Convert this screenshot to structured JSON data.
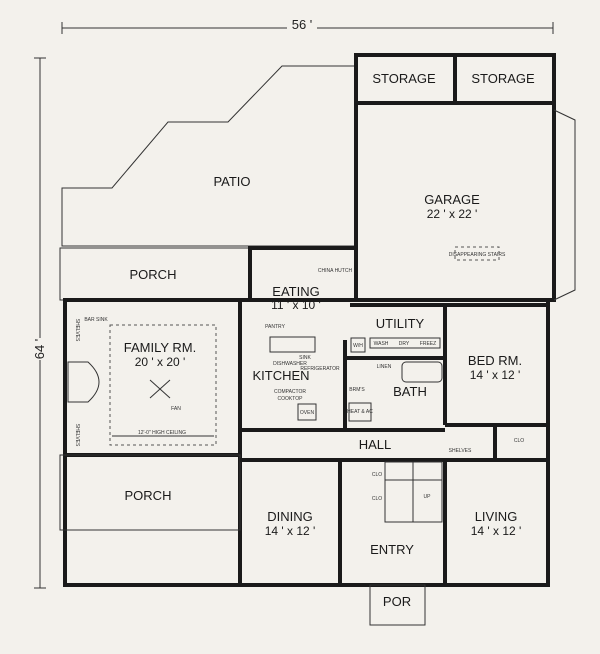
{
  "overall": {
    "width": "56 '",
    "depth": "64 '"
  },
  "rooms": {
    "storage1": "STORAGE",
    "storage2": "STORAGE",
    "patio": "PATIO",
    "garage": {
      "name": "GARAGE",
      "size": "22 ' x 22 '"
    },
    "disappearing_stairs": "DISAPPEARING STAIRS",
    "porch_top": "PORCH",
    "porch_bottom": "PORCH",
    "eating": {
      "name": "EATING",
      "size": "11 ' x 10 '"
    },
    "utility": "UTILITY",
    "family": {
      "name": "FAMILY RM.",
      "size": "20 ' x 20 '"
    },
    "kitchen": "KITCHEN",
    "bath": "BATH",
    "bed": {
      "name": "BED RM.",
      "size": "14 ' x 12 '"
    },
    "hall": "HALL",
    "dining": {
      "name": "DINING",
      "size": "14 ' x 12 '"
    },
    "entry": "ENTRY",
    "living": {
      "name": "LIVING",
      "size": "14 ' x 12 '"
    },
    "por": "POR"
  },
  "fixtures": {
    "china_hutch": "CHINA HUTCH",
    "pantry": "PANTRY",
    "wh": "W/H",
    "wash": "WASH",
    "dry": "DRY",
    "freez": "FREEZ",
    "sink": "SINK",
    "dishwasher": "DISHWASHER",
    "refrigerator": "REFRIGERATOR",
    "compactor": "COMPACTOR",
    "cooktop": "COOKTOP",
    "oven": "OVEN",
    "bar_sink": "BAR SINK",
    "shelves_left1": "SHELVES",
    "shelves_left2": "SHELVES",
    "fan": "FAN",
    "ceiling": "12'-0\" HIGH CEILING",
    "linen": "LINEN",
    "brms": "BRM'S",
    "heat_ac": "HEAT & AC",
    "shelves_hall": "SHELVES",
    "clo_hall": "CLO",
    "clo_stair": "CLO",
    "up": "UP",
    "clo_stair2": "CLO"
  }
}
